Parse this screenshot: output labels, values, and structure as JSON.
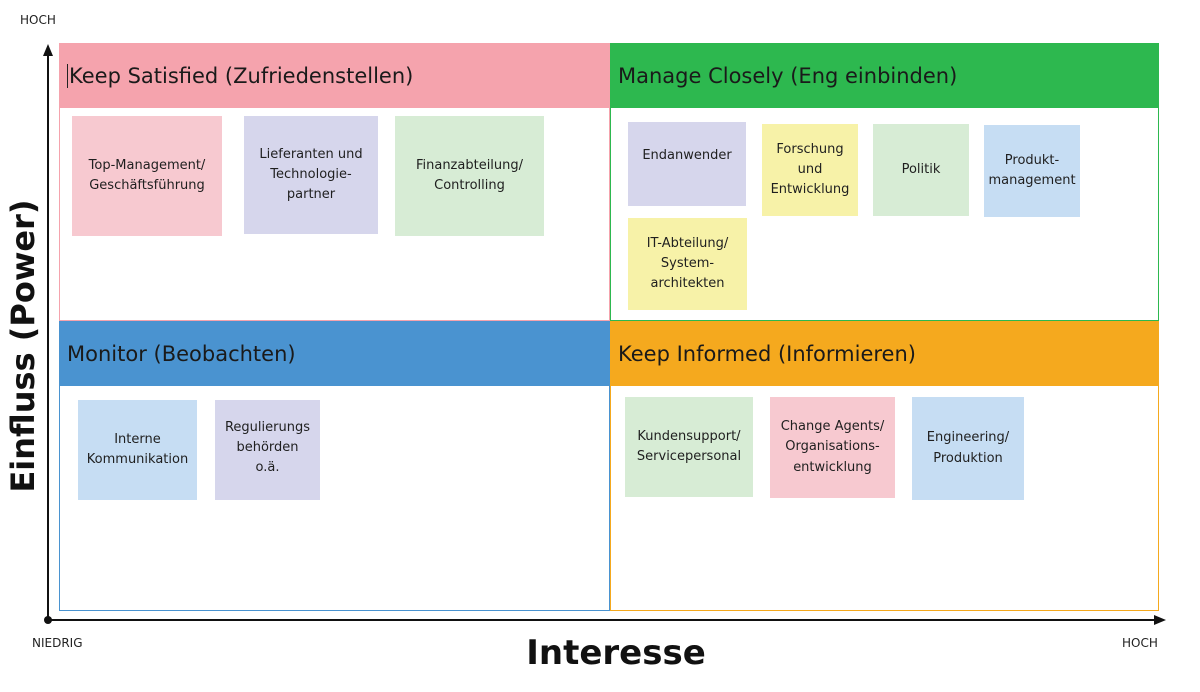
{
  "axes": {
    "y_high": "HOCH",
    "x_low": "NIEDRIG",
    "x_high": "HOCH",
    "x_title": "Interesse",
    "y_title": "Einfluss (Power)"
  },
  "colors": {
    "keep_satisfied": "#f5a3ad",
    "manage_closely": "#2db84f",
    "monitor": "#4a93d0",
    "keep_informed": "#f5a91e"
  },
  "quadrants": {
    "keep_satisfied": {
      "title": "Keep Satisfied (Zufriedenstellen)",
      "notes": [
        "Top-Management/\nGeschäftsführung",
        "Lieferanten und\nTechnologie-\npartner",
        "Finanzabteilung/\nControlling"
      ]
    },
    "manage_closely": {
      "title": "Manage Closely (Eng einbinden)",
      "notes": [
        "Endanwender",
        "Forschung\nund\nEntwicklung",
        "Politik",
        "Produkt-\nmanagement",
        "IT-Abteilung/\nSystem-\narchitekten"
      ]
    },
    "monitor": {
      "title": "Monitor (Beobachten)",
      "notes": [
        "Interne\nKommunikation",
        "Regulierungs\nbehörden\no.ä."
      ]
    },
    "keep_informed": {
      "title": "Keep Informed (Informieren)",
      "notes": [
        "Kundensupport/\nServicepersonal",
        "Change Agents/\nOrganisations-\nentwicklung",
        "Engineering/\nProduktion"
      ]
    }
  }
}
